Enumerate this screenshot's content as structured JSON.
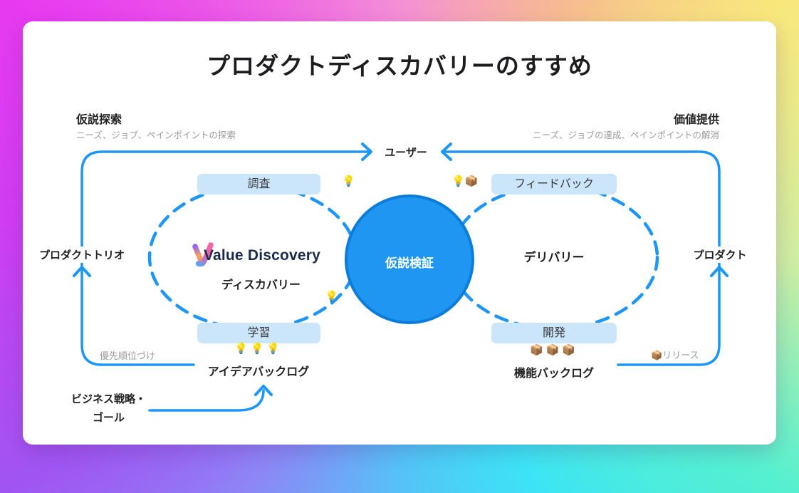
{
  "title": "プロダクトディスカバリーのすすめ",
  "phases": {
    "discovery": {
      "heading": "仮説探索",
      "subtitle": "ニーズ、ジョブ、ペインポイントの探索"
    },
    "delivery": {
      "heading": "価値提供",
      "subtitle": "ニーズ、ジョブの達成、ペインポイントの解消"
    }
  },
  "user": {
    "label": "ユーザー"
  },
  "discovery_loop": {
    "top_box": "調査",
    "bottom_box": "学習",
    "brand": "Value Discovery",
    "label": "ディスカバリー"
  },
  "validation_circle": {
    "label": "仮説検証"
  },
  "delivery_loop": {
    "top_box": "フィードバック",
    "bottom_box": "開発",
    "label": "デリバリー"
  },
  "left_rail": {
    "label": "プロダクトトリオ",
    "note": "優先順位づけ"
  },
  "right_rail": {
    "label": "プロダクト",
    "note": "リリース"
  },
  "idea_backlog": {
    "label": "アイデアバックログ",
    "icons": "💡💡💡"
  },
  "feature_backlog": {
    "label": "機能バックログ",
    "icons": "📦📦📦"
  },
  "business_goal": {
    "line1": "ビジネス戦略・",
    "line2": "ゴール"
  },
  "floating_icons": {
    "bulb_top": "💡",
    "bulb_package_top": "💡📦",
    "bulb_bottom": "💡",
    "release_package": "📦"
  },
  "colors": {
    "accent_blue": "#1e96f5",
    "circle_fill": "#1e96f2",
    "circle_stroke": "#0c7cd9",
    "box_bg": "#cbe5fb",
    "gray_text": "#9b9b9b",
    "bg_corner_tl": "#e73af0",
    "bg_corner_tr": "#f8e87c",
    "bg_corner_bl": "#a055f2",
    "bg_corner_br": "#55f0d0"
  }
}
